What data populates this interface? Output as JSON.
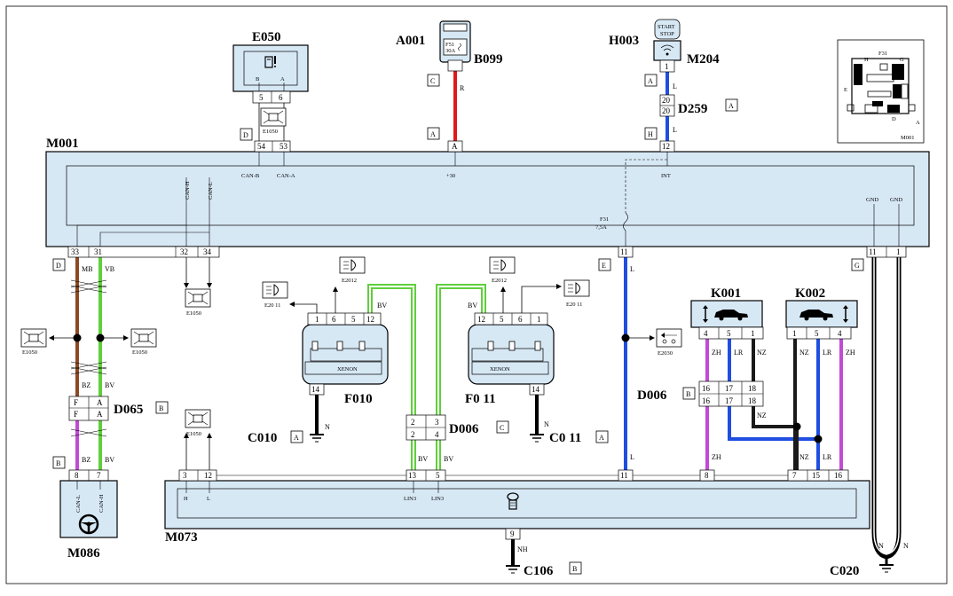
{
  "components": {
    "e050": "E050",
    "a001": "A001",
    "b099": "B099",
    "h003": "H003",
    "m204": "M204",
    "d259": "D259",
    "m001": "M001",
    "k001": "K001",
    "k002": "K002",
    "f010": "F010",
    "f011": "F0 11",
    "d006": "D006",
    "d065": "D065",
    "c010": "C010",
    "c011": "C0 11",
    "m073": "M073",
    "m086": "M086",
    "c106": "C106",
    "c020": "C020"
  },
  "connector_codes": {
    "a": "A",
    "b": "B",
    "c": "C",
    "d": "D",
    "e": "E",
    "g": "G",
    "h": "H"
  },
  "signals": {
    "can_b": "CAN-B",
    "can_a": "CAN-A",
    "plus30": "+30",
    "int": "INT",
    "gnd": "GND",
    "can_h": "CAN-H",
    "can_l": "CAN-L",
    "h": "H",
    "l": "L",
    "lin3": "LIN3",
    "xenon": "XENON"
  },
  "refs": {
    "e1050": "E1050",
    "e2012": "E2012",
    "e2011": "E20 11",
    "e2030": "E2030",
    "fuse": "F31",
    "fuse_rating": "7,5A",
    "start": "START",
    "stop": "STOP",
    "inset_fuse": "F31",
    "inset_id": "M001"
  },
  "wire_colors": {
    "r": "R",
    "l": "L",
    "mb": "MB",
    "vb": "VB",
    "bz": "BZ",
    "bv": "BV",
    "n": "N",
    "nh": "NH",
    "zh": "ZH",
    "lr": "LR",
    "nz": "NZ"
  },
  "pins": {
    "p1": "1",
    "p2": "2",
    "p3": "3",
    "p4": "4",
    "p5": "5",
    "p6": "6",
    "p7": "7",
    "p8": "8",
    "p9": "9",
    "p11": "11",
    "p12": "12",
    "p13": "13",
    "p14": "14",
    "p15": "15",
    "p16": "16",
    "p17": "17",
    "p18": "18",
    "p20": "20",
    "p31": "31",
    "p32": "32",
    "p33": "33",
    "p34": "34",
    "p53": "53",
    "p54": "54",
    "a": "A",
    "b": "B",
    "f": "F"
  },
  "inset_labels": {
    "h": "H",
    "g": "G",
    "e": "E",
    "d": "D",
    "a": "A",
    "s": "F31"
  },
  "colors": {
    "red": "#e01919",
    "blue": "#1f4ee0",
    "green": "#5fcf3c",
    "brown": "#8b4a25",
    "violet": "#c24ad6",
    "black": "#000000",
    "module_fill": "#d7e8f5"
  }
}
